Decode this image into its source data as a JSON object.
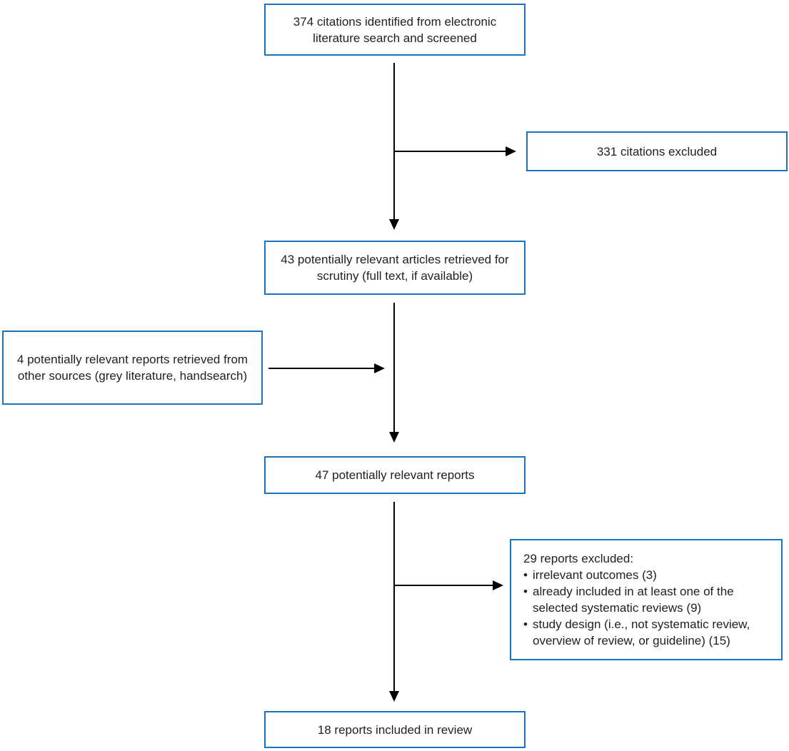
{
  "colors": {
    "box_border": "#1a73c2",
    "box_background": "#ffffff",
    "arrow": "#000000",
    "text": "#212121",
    "page_background": "#ffffff"
  },
  "flowchart": {
    "bullet_glyph": "•",
    "boxes": {
      "citations_identified": "374 citations identified from electronic literature search and screened",
      "citations_excluded": "331 citations excluded",
      "articles_retrieved": "43 potentially relevant articles retrieved for scrutiny (full text, if available)",
      "other_sources": "4 potentially relevant reports retrieved from other sources (grey literature, handsearch)",
      "relevant_reports": "47 potentially relevant reports",
      "reports_excluded": {
        "title": "29 reports excluded:",
        "bullets": [
          "irrelevant outcomes (3)",
          "already included in at least one of the selected systematic reviews (9)",
          "study design (i.e., not systematic review, overview of review, or guideline) (15)"
        ]
      },
      "reports_included": "18 reports included in review"
    }
  }
}
